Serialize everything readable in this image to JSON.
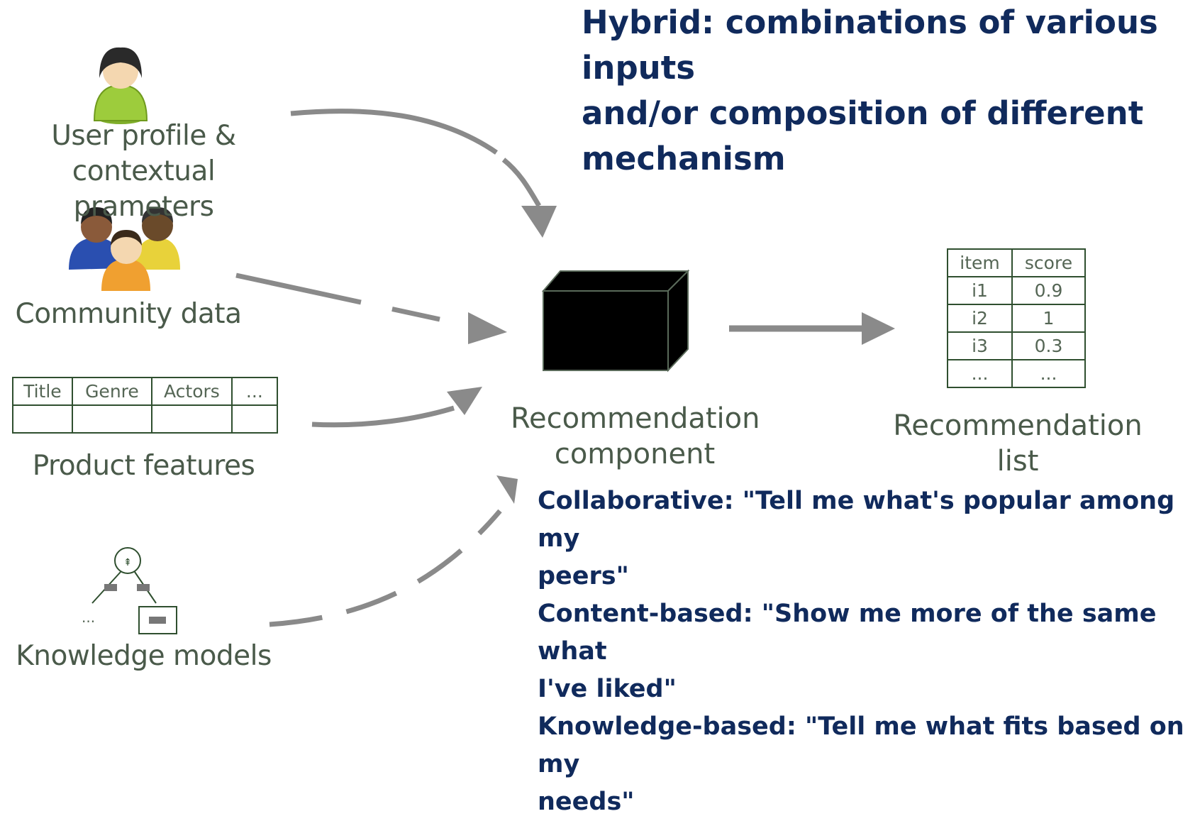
{
  "title": [
    "Hybrid: combinations of various inputs",
    "and/or composition of different",
    "mechanism"
  ],
  "sources": {
    "user_profile": [
      "User profile &",
      "contextual prameters"
    ],
    "community": "Community data",
    "product": "Product features",
    "knowledge": "Knowledge models"
  },
  "features_table": {
    "headers": [
      "Title",
      "Genre",
      "Actors",
      "..."
    ]
  },
  "knowledge_icon": {
    "ellipsis": "..."
  },
  "component": [
    "Recommendation",
    "component"
  ],
  "reco_list": {
    "label": [
      "Recommendation",
      "list"
    ],
    "headers": [
      "item",
      "score"
    ],
    "rows": [
      [
        "i1",
        "0.9"
      ],
      [
        "i2",
        "1"
      ],
      [
        "i3",
        "0.3"
      ],
      [
        "...",
        "..."
      ]
    ]
  },
  "descriptions": [
    [
      "Collaborative: \"Tell me what's popular among my",
      "peers\""
    ],
    [
      "Content-based: \"Show me more of the same what",
      "I've liked\""
    ],
    [
      "Knowledge-based: \"Tell me what fits based on my",
      "needs\""
    ]
  ],
  "colors": {
    "title": "#102a5c",
    "label": "#4a5a4a",
    "arrow": "#8a8a8a",
    "box": "#000000"
  },
  "icons": [
    "female-user-icon",
    "group-users-icon",
    "knowledge-tree-icon",
    "black-box-icon"
  ]
}
